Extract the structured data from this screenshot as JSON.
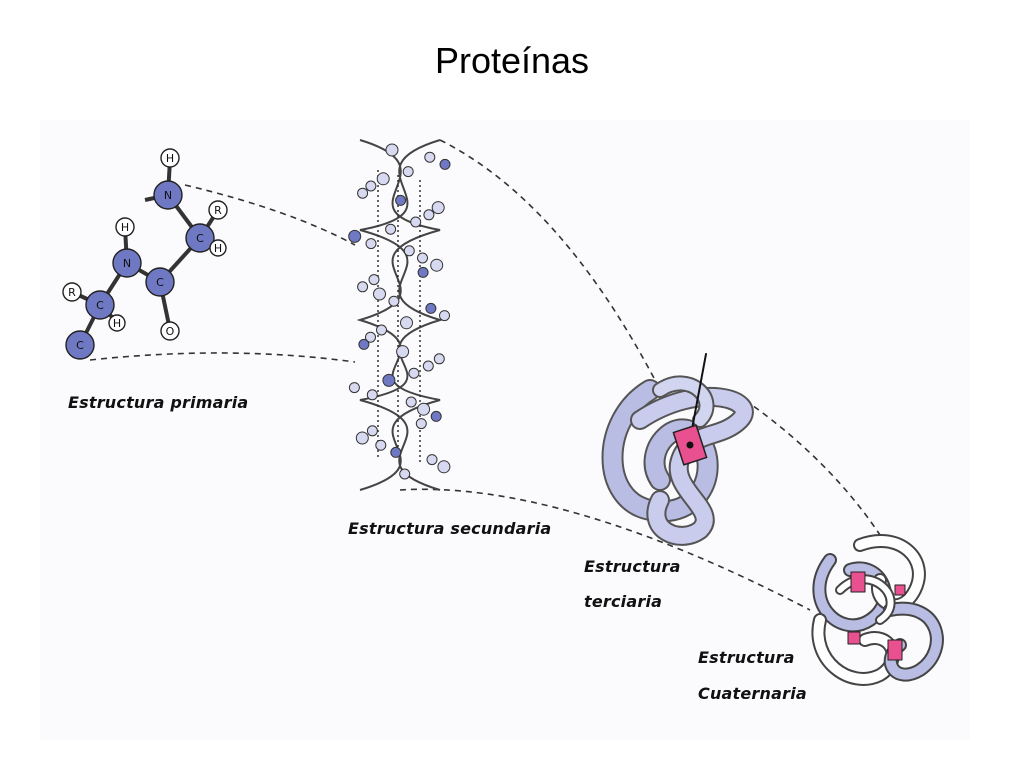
{
  "slide": {
    "title": "Proteínas"
  },
  "diagram": {
    "stages": [
      {
        "id": "primary",
        "label": "Estructura primaria"
      },
      {
        "id": "secondary",
        "label": "Estructura secundaria"
      },
      {
        "id": "tertiary",
        "label_line1": "Estructura",
        "label_line2": "terciaria"
      },
      {
        "id": "quaternary",
        "label_line1": "Estructura",
        "label_line2": "Cuaternaria"
      }
    ],
    "atoms": {
      "h": "H",
      "n": "N",
      "c": "C",
      "r": "R",
      "o": "O"
    },
    "colors": {
      "atom_fill": "#6f78c2",
      "atom_light": "#d6d9ef",
      "ribbon": "#b9bde3",
      "heme": "#e8508f"
    }
  }
}
